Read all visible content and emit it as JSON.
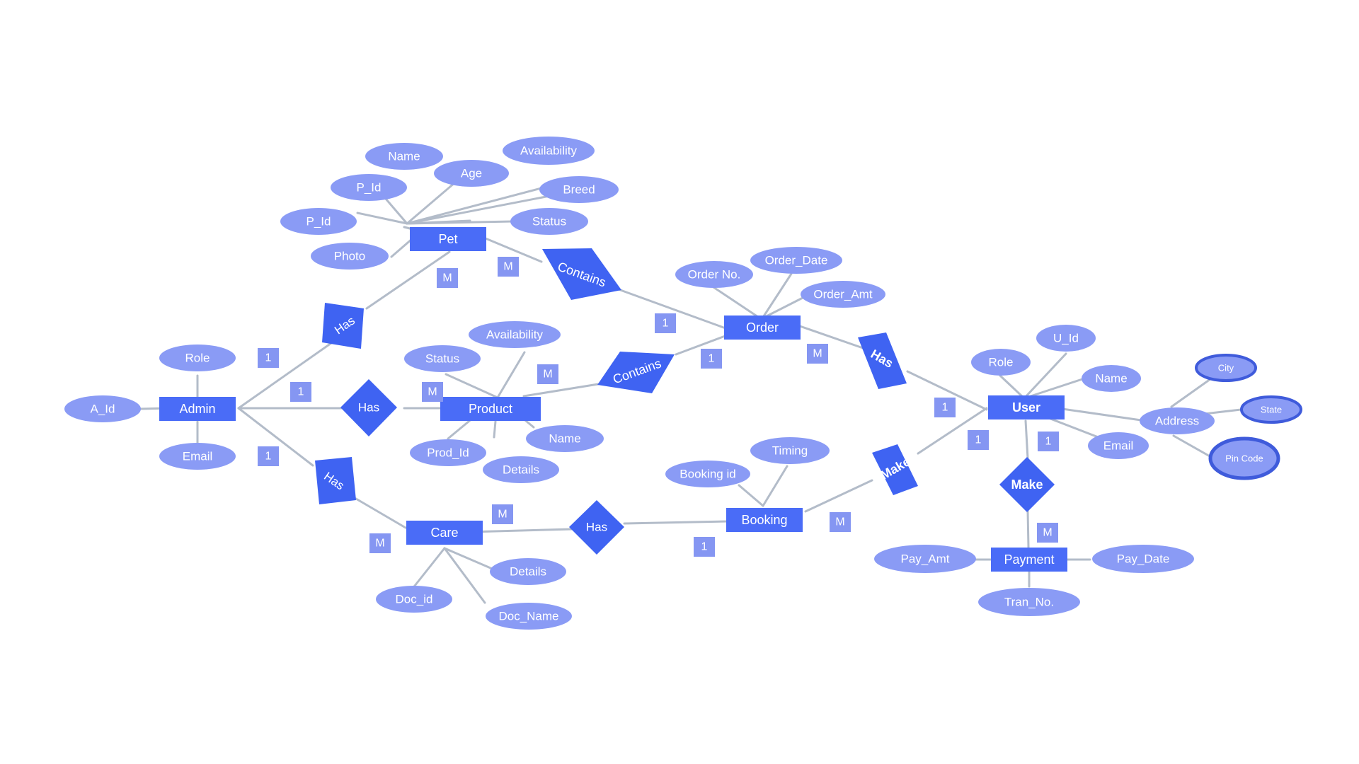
{
  "theme": {
    "background": "#ffffff",
    "entity": "#4a6cf7",
    "relationship": "#3f63f2",
    "attribute": "#8a9bf5",
    "attribute_ring": "#3f5bdb",
    "cardinality_box": "#8596f2",
    "connector": "#b3bcc9",
    "text": "#ffffff"
  },
  "entities": {
    "pet": "Pet",
    "admin": "Admin",
    "product": "Product",
    "care": "Care",
    "order": "Order",
    "booking": "Booking",
    "user": "User",
    "payment": "Payment"
  },
  "relationships": {
    "pet_order_contains": "Contains",
    "admin_pet_has": "Has",
    "admin_product_has": "Has",
    "product_order_contains": "Contains",
    "admin_care_has": "Has",
    "care_booking_has": "Has",
    "order_user_has": "Has",
    "booking_user_make": "Make",
    "user_payment_make": "Make"
  },
  "attributes": {
    "pet": [
      "Name",
      "Age",
      "Availability",
      "P_Id",
      "Breed",
      "P_Id",
      "Status",
      "Photo"
    ],
    "admin": [
      "Role",
      "A_Id",
      "Email"
    ],
    "product": [
      "Availability",
      "Status",
      "Name",
      "Prod_Id",
      "Details"
    ],
    "care": [
      "Details",
      "Doc_id",
      "Doc_Name"
    ],
    "order": [
      "Order No.",
      "Order_Date",
      "Order_Amt"
    ],
    "booking": [
      "Timing",
      "Booking id"
    ],
    "user": [
      "U_Id",
      "Role",
      "Name",
      "Email",
      "Address"
    ],
    "address": [
      "City",
      "State",
      "Pin Code"
    ],
    "payment": [
      "Pay_Amt",
      "Pay_Date",
      "Tran_No."
    ]
  },
  "cardinalities": {
    "pet_m": "M",
    "pet_contains_m": "M",
    "contains_order_1": "1",
    "admin_has_pet_1": "1",
    "admin_has_product_1": "1",
    "product_has_m": "M",
    "product_contains_m": "M",
    "order_contains_1": "1",
    "order_has_m": "M",
    "admin_has_care_1": "1",
    "care_has_m": "M",
    "care_m": "M",
    "booking_has_1": "1",
    "booking_make_m": "M",
    "user_has_1": "1",
    "user_make_booking_1": "1",
    "user_make_payment_1": "1",
    "payment_make_m": "M"
  }
}
